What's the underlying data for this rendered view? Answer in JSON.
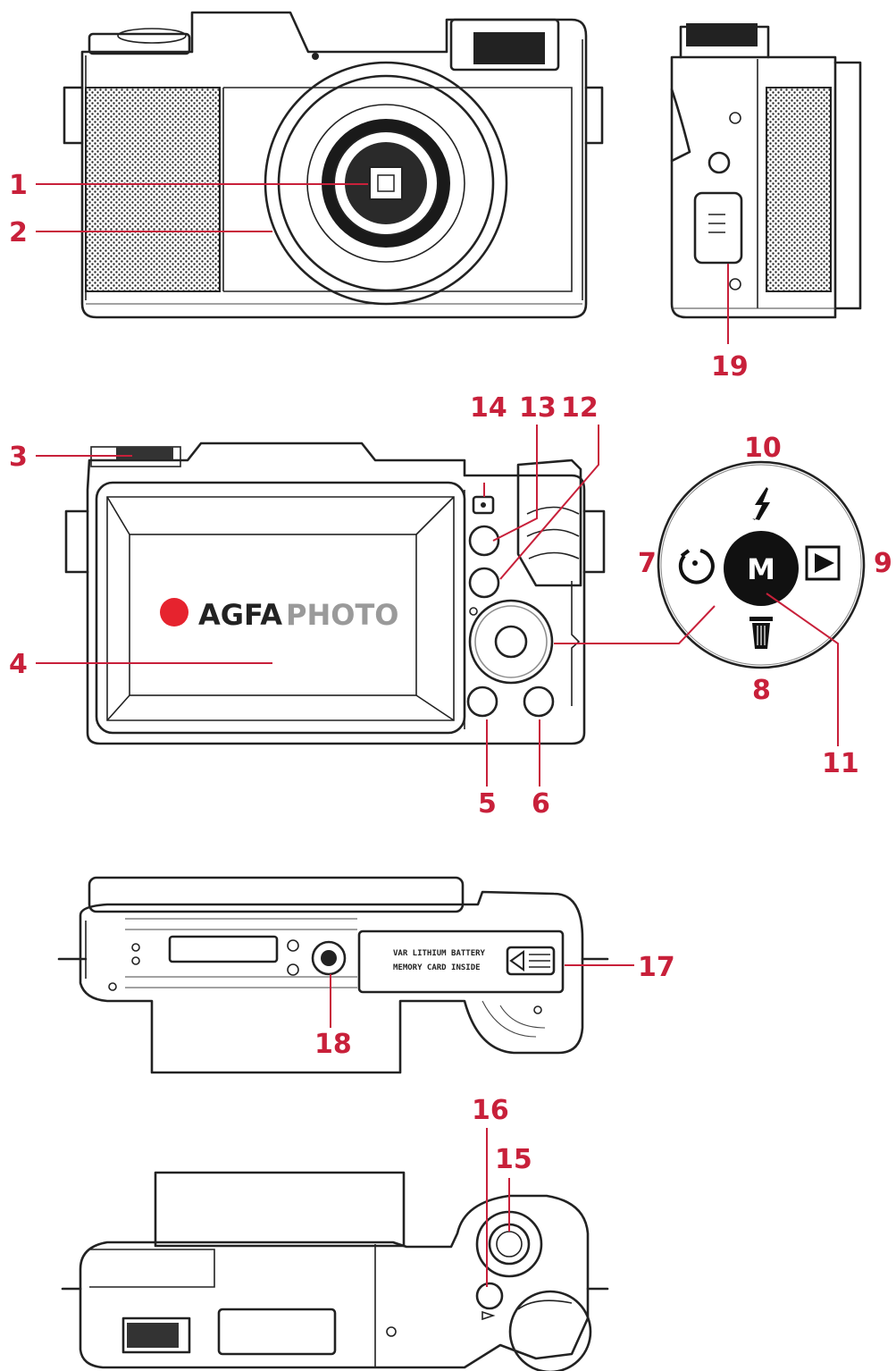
{
  "colors": {
    "callout": "#c8203a",
    "outline": "#222222",
    "brand_dot": "#e6232e",
    "brand_text": "#222222",
    "brand_text_light": "#9a9a9a"
  },
  "brand": {
    "name_bold": "AGFA",
    "name_light": "PHOTO"
  },
  "mode_dial": {
    "center_label": "M",
    "icons": [
      "flash-icon",
      "self-timer-icon",
      "play-icon",
      "trash-icon"
    ]
  },
  "battery_door_text": {
    "line1": "VAR LITHIUM BATTERY",
    "line2": "MEMORY CARD INSIDE"
  },
  "callouts": {
    "c1": "1",
    "c2": "2",
    "c3": "3",
    "c4": "4",
    "c5": "5",
    "c6": "6",
    "c7": "7",
    "c8": "8",
    "c9": "9",
    "c10": "10",
    "c11": "11",
    "c12": "12",
    "c13": "13",
    "c14": "14",
    "c15": "15",
    "c16": "16",
    "c17": "17",
    "c18": "18",
    "c19": "19"
  }
}
